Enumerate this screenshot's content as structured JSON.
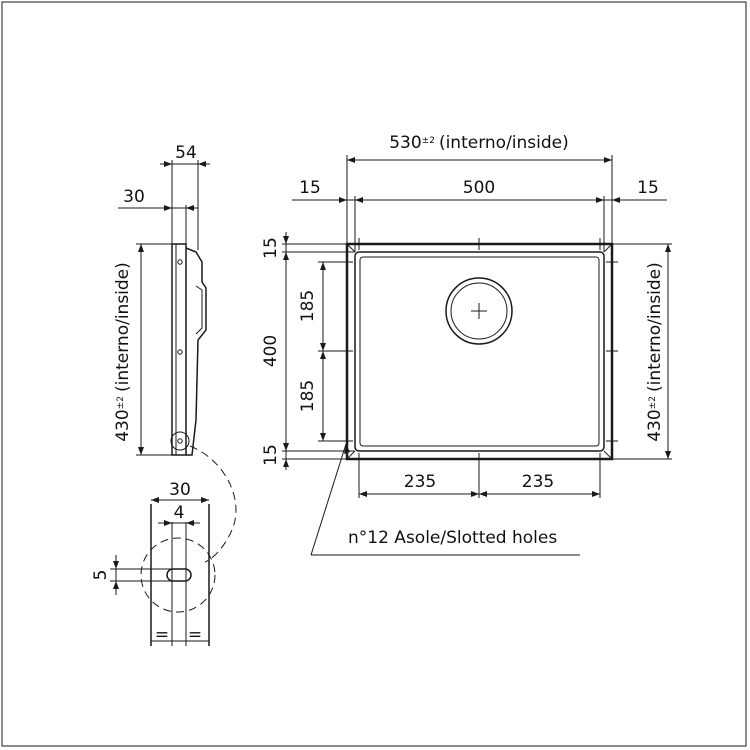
{
  "dimensions": {
    "side_depth": "54",
    "side_flange": "30",
    "outer_width_value": "530",
    "outer_width_tol": "±2",
    "outer_width_note": "(interno/inside)",
    "margin_left": "15",
    "inner_width": "500",
    "margin_right": "15",
    "margin_top": "15",
    "margin_bottom": "15",
    "hole_spacing_upper": "185",
    "hole_spacing_lower": "185",
    "inner_height": "400",
    "height_value": "430",
    "height_tol": "±2",
    "height_note": "(interno/inside)",
    "bottom_left": "235",
    "bottom_right": "235",
    "detail_width": "30",
    "detail_slot_width": "4",
    "detail_slot_height": "5",
    "equal_left": "=",
    "equal_right": "="
  },
  "notes": {
    "slotted_holes": "n°12 Asole/Slotted holes"
  },
  "colors": {
    "line": "#1a1a1a",
    "background": "#ffffff"
  }
}
